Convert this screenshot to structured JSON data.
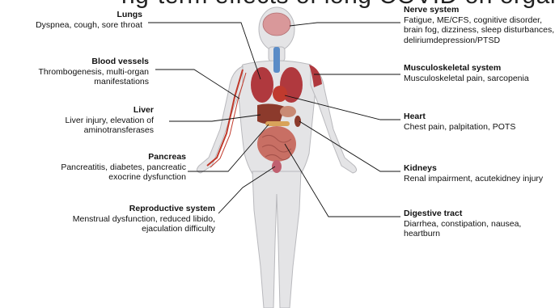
{
  "header": {
    "title_fragment": "ng-term effects of long COVID on organ"
  },
  "organs": {
    "lungs": {
      "title": "Lungs",
      "desc": "Dyspnea, cough, sore throat"
    },
    "blood_vessels": {
      "title": "Blood vessels",
      "desc1": "Thrombogenesis, multi-organ",
      "desc2": "manifestations"
    },
    "liver": {
      "title": "Liver",
      "desc1": "Liver injury, elevation of",
      "desc2": "aminotransferases"
    },
    "pancreas": {
      "title": "Pancreas",
      "desc1": "Pancreatitis, diabetes, pancreatic",
      "desc2": "exocrine dysfunction"
    },
    "reproductive": {
      "title": "Reproductive system",
      "desc1": "Menstrual dysfunction, reduced libido,",
      "desc2": "ejaculation difficulty"
    },
    "nerve": {
      "title": "Nerve system",
      "desc1": "Fatigue, ME/CFS, cognitive disorder,",
      "desc2": "brain fog, dizziness, sleep disturbances,",
      "desc3": "deliriumdepression/PTSD"
    },
    "musculoskeletal": {
      "title": "Musculoskeletal system",
      "desc": "Musculoskeletal pain, sarcopenia"
    },
    "heart": {
      "title": "Heart",
      "desc": "Chest pain, palpitation, POTS"
    },
    "kidneys": {
      "title": "Kidneys",
      "desc": "Renal impairment, acutekidney injury"
    },
    "digestive": {
      "title": "Digestive tract",
      "desc": "Diarrhea, constipation, nausea, heartburn"
    }
  },
  "colors": {
    "skin": "#e4e4e6",
    "outline": "#b9b9bd",
    "organ_red": "#b0393e",
    "liver": "#8c3a2c",
    "intestine": "#c86f64",
    "brain": "#d9989a",
    "line": "#111111"
  }
}
